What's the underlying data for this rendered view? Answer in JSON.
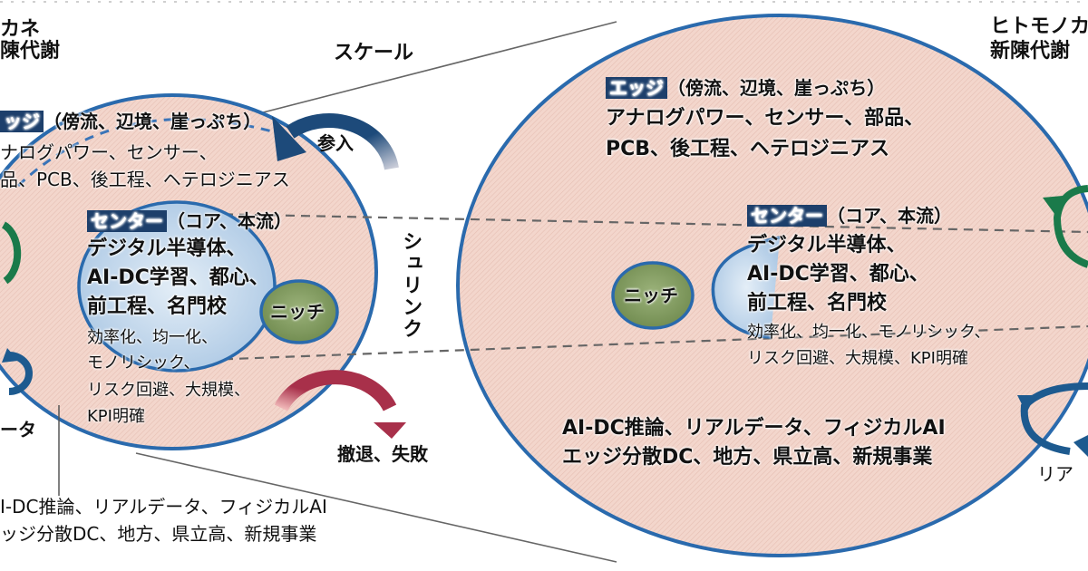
{
  "colors": {
    "ellipse_fill": "#f1d2c8",
    "ellipse_stroke": "#2a6aad",
    "center_fill": "#bcd4ea",
    "niche_fill": "#7f9a5c",
    "tag_bg": "#1d3f6b",
    "enter_arrow": "#1d4a7a",
    "exit_arrow": "#a8304a",
    "cycle_green": "#1a7a4a",
    "cycle_blue": "#1d5a8f",
    "guide_line": "#666666"
  },
  "left": {
    "header_line1": "カネ",
    "header_line2": "陳代謝",
    "edge": {
      "tag": "ッジ",
      "paren": "（傍流、辺境、崖っぷち）",
      "line1": "ナログパワー、センサー、",
      "line2": "品、PCB、後工程、ヘテロジニアス"
    },
    "center": {
      "tag": "センター",
      "paren": "（コア、本流）",
      "bold_lines": [
        "デジタル半導体、",
        "AI-DC学習、都心、",
        "前工程、名門校"
      ],
      "lines": [
        "効率化、均一化、",
        "モノリシック、",
        "リスク回避、大規模、",
        "KPI明確"
      ]
    },
    "niche": "ニッチ",
    "data_label": "ータ",
    "bottom_line1": "I-DC推論、リアルデータ、フィジカルAI",
    "bottom_line2": "ッジ分散DC、地方、県立高、新規事業"
  },
  "middle": {
    "scale_label": "スケール",
    "enter_label": "参入",
    "shrink_label": "シュリンク",
    "exit_label": "撤退、失敗"
  },
  "right": {
    "header_line1": "ヒトモノカ",
    "header_line2": "新陳代謝",
    "edge": {
      "tag": "エッジ",
      "paren": "（傍流、辺境、崖っぷち）",
      "line1": "アナログパワー、センサー、部品、",
      "line2": "PCB、後工程、ヘテロジニアス"
    },
    "center": {
      "tag": "センター",
      "paren": "（コア、本流）",
      "bold_lines": [
        "デジタル半導体、",
        "AI-DC学習、都心、",
        "前工程、名門校"
      ],
      "lines": [
        "効率化、均一化、モノリシック、",
        "リスク回避、大規模、KPI明確"
      ]
    },
    "niche": "ニッチ",
    "bottom_line1": "AI-DC推論、リアルデータ、フィジカルAI",
    "bottom_line2": "エッジ分散DC、地方、県立高、新規事業",
    "data_label": "リア"
  }
}
